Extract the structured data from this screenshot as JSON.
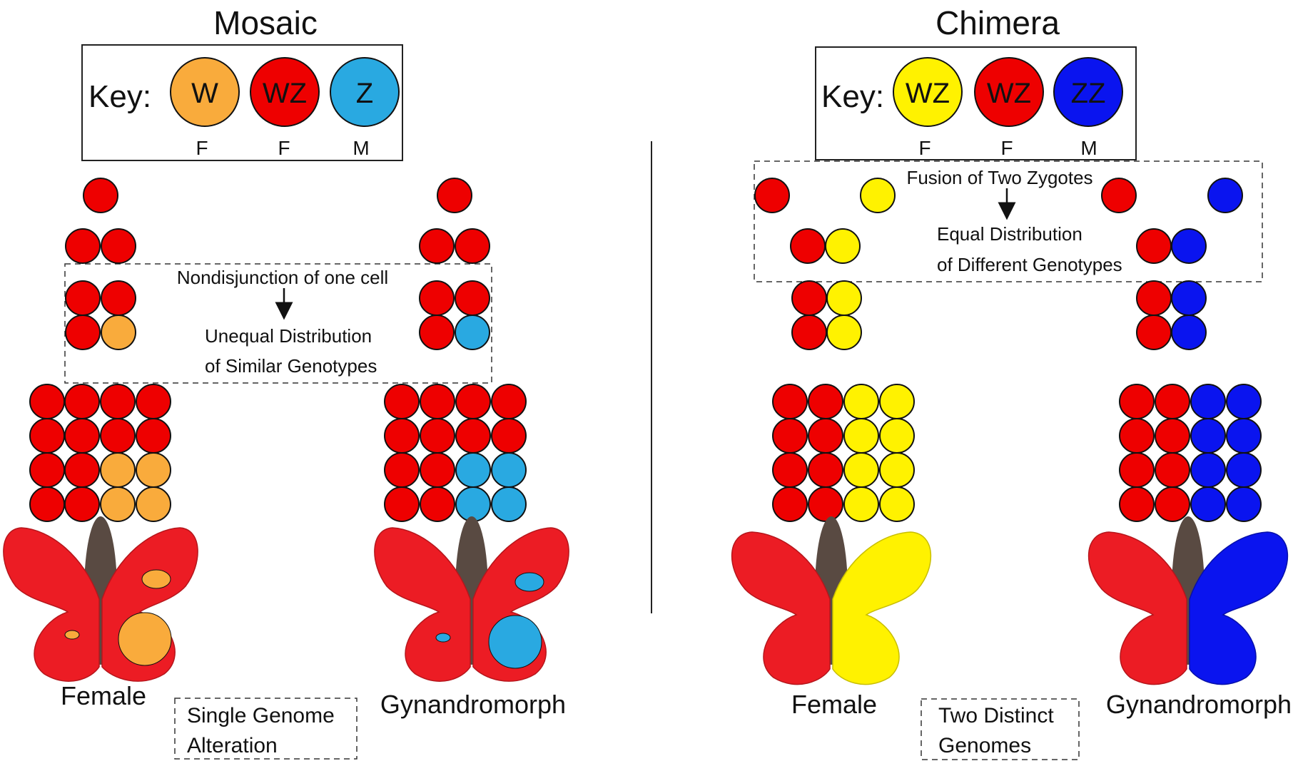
{
  "colors": {
    "orange": "#F9AB3C",
    "red": "#EE0000",
    "cyan": "#29A9E1",
    "yellow": "#FFF200",
    "blue": "#0A14EF",
    "wing_red": "#EC1C24",
    "body": "#594A42"
  },
  "mosaic": {
    "title": "Mosaic",
    "key": {
      "label": "Key:",
      "items": [
        {
          "genotype": "W",
          "sex": "F",
          "color": "#F9AB3C"
        },
        {
          "genotype": "WZ",
          "sex": "F",
          "color": "#EE0000"
        },
        {
          "genotype": "Z",
          "sex": "M",
          "color": "#29A9E1"
        }
      ]
    },
    "note_top": "Nondisjunction of one cell",
    "note_line1": "Unequal Distribution",
    "note_line2": "of Similar Genotypes",
    "left_caption": "Female",
    "right_caption": "Gynandromorph",
    "box_line1": "Single Genome",
    "box_line2": "Alteration"
  },
  "chimera": {
    "title": "Chimera",
    "key": {
      "label": "Key:",
      "items": [
        {
          "genotype": "WZ",
          "sex": "F",
          "color": "#FFF200"
        },
        {
          "genotype": "WZ",
          "sex": "F",
          "color": "#EE0000"
        },
        {
          "genotype": "ZZ",
          "sex": "M",
          "color": "#0A14EF"
        }
      ]
    },
    "note_top": "Fusion of Two Zygotes",
    "note_line1": "Equal Distribution",
    "note_line2": "of Different Genotypes",
    "left_caption": "Female",
    "right_caption": "Gynandromorph",
    "box_line1": "Two Distinct",
    "box_line2": "Genomes"
  }
}
